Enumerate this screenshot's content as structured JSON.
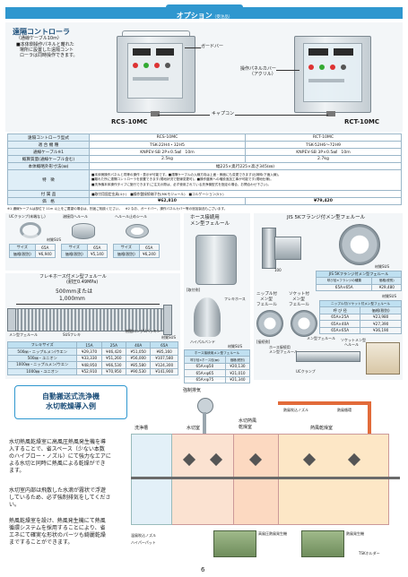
{
  "header": {
    "title": "オプション",
    "title_suffix": "（受注品）",
    "bg": "#2f97cf"
  },
  "remote": {
    "title": "遠隔コントローラ",
    "subtitle": "（通線ケーブル10m）",
    "desc": [
      "■本体側操作パネルと離れた",
      "場所に設置した遠隔コント",
      "ローラは同時操作できます。"
    ],
    "callouts": {
      "guard": "ガードバー",
      "cover1": "操作パネルカバー",
      "cover2": "（アクリル）",
      "caster": "キャプコン"
    },
    "models": [
      "RCS-10MC",
      "RCT-10MC"
    ]
  },
  "spec": {
    "rows": [
      [
        "遠隔コントローラ型式",
        "RCS-10MC",
        "RCT-10MC"
      ],
      [
        "適 合 機 種",
        "TSK-22H4・32H5",
        "TSK-52H6～72H9"
      ],
      [
        "通線ケーブル※1",
        "KNPEV-SB 2P×0.5㎟　10m",
        "KNPEV-SB 3P×0.5㎟　10m"
      ],
      [
        "概算質量(通線ケーブル含む)",
        "2.5kg",
        "2.7kg"
      ],
      [
        "本体概略外形寸法(㎜)",
        "幅225×奥行225×高さ345(㎜)",
        ""
      ]
    ],
    "features_label": "特　徴",
    "features": [
      "■本体側操作パネルと同等の操作・表示が可能です。■遠隔ケーブルの入線方向は上面・側面にも変更できます(出荷時:下面入線)。",
      "■離れた所に遠隔コントローラを設置できます(現地状況で配線変更可)。■操作盤側への増設追加工事が可能です(現地仕様)。",
      "■洗浄機本体操作タイプに施行できます(ご注文の際は、必ず使用されている洗浄機型式を指定の場合、お問合わせ下さい)。"
    ],
    "parts_label": "付 属 品",
    "parts": "■取付用固定金具(4ヶ)　■操作盤接続端子台(MKモジュール)　■コルゲーション(5ヶ)",
    "price_label": "価　格",
    "prices": [
      "¥62,810",
      "¥79,420"
    ],
    "note": "※1 通線ケーブルは部位で 11m 以上をご要望の場合は、別途ご相談ください。　※2 なお、ガードバー、操作パネルカバー等の追加製品もございます。"
  },
  "clamps": {
    "items": [
      {
        "label": "UCクランプ(末端なし)",
        "size": "65A",
        "price": "¥6,940"
      },
      {
        "label": "溶接用ヘルール",
        "size": "65A",
        "price": "¥5,140"
      },
      {
        "label": "ヘルール止めシール",
        "size": "65A",
        "price": "¥6,240"
      }
    ],
    "size_label": "サイズ",
    "price_label": "価格(税別)",
    "material": "材質SUS"
  },
  "hose": {
    "title1": "ホース接続用",
    "title2": "メン型フェルール"
  },
  "jis": {
    "title": "JIS 5Kフランジ付メン型フェルール",
    "dim": "100",
    "material": "材質SUS",
    "table_title": "JIS 5Kフランジ付メン型フェルール",
    "col1": "呼び径×フランジの種類",
    "col2": "価格(税別)",
    "rows": [
      [
        "65A×65A",
        "¥29,480"
      ]
    ]
  },
  "flex": {
    "title": "フレキホース付メン型フェルール",
    "sub": "(耐圧0.49MPa)",
    "len1": "500mmまたは",
    "len2": "1,000mm",
    "labels": [
      "メン型フェルール",
      "SUSフレキ",
      "樹脂ロングUパッキン"
    ],
    "material": "材質SUS",
    "header": [
      "フレキサイズ",
      "15A",
      "25A",
      "40A",
      "65A"
    ],
    "rows": [
      [
        "500㎜・ニップルメン/ウエン",
        "¥29,370",
        "¥46,420",
        "¥51,050",
        "¥85,160"
      ],
      [
        "500㎜・ユニオン",
        "¥33,330",
        "¥51,260",
        "¥56,000",
        "¥107,580"
      ],
      [
        "1000㎜・ニップルメン/ウエン",
        "¥48,950",
        "¥66,530",
        "¥85,580",
        "¥124,300"
      ],
      [
        "1000㎜・ユニオン",
        "¥52,910",
        "¥70,950",
        "¥90,530",
        "¥141,900"
      ]
    ]
  },
  "mounting": {
    "label": "[取付例]",
    "hose": "フレキホース",
    "band": "ハイパルバンド"
  },
  "hose_table": {
    "title": "ホース接続用メン型フェルール",
    "material": "材質SUS",
    "col1": "呼び径×ホース径(㎜)",
    "col2": "価格(税別)",
    "rows": [
      [
        "65A×φ50",
        "¥20,130"
      ],
      [
        "65A×φ65",
        "¥21,010"
      ],
      [
        "65A×φ75",
        "¥21,340"
      ]
    ]
  },
  "nipple": {
    "labels": [
      [
        "ニップル付",
        "メン型",
        "フェルール"
      ],
      [
        "ソケット付",
        "メン型",
        "フェルール"
      ]
    ],
    "material": "材質SUS",
    "table_title": "ニップル付/ソケット付メン型フェルール",
    "col1": "呼 び 径",
    "col2": "価格(税別)",
    "rows": [
      [
        "65A×25A",
        "¥23,980"
      ],
      [
        "65A×40A",
        "¥27,390"
      ],
      [
        "65A×65A",
        "¥36,190"
      ]
    ]
  },
  "connection": {
    "label": "[接続例]",
    "labels": [
      "ホース接続用",
      "メン型フェルール",
      "メン型フェルール",
      "ソケットメン型",
      "ヘルール",
      "UCクランプ",
      "ハイパルバンド"
    ]
  },
  "conveyor": {
    "title1": "自動搬送式洗浄機",
    "title2": "水切乾燥導入例",
    "paras": [
      [
        "水切熱風乾燥室に高風圧熱風発生機を導",
        "入することで、省スペース（少ない本数",
        "のハイブロー・ノズル）にて強力なエアに",
        "よる水切と同時に熱風による乾燥ができ",
        "ます。"
      ],
      [
        "水切室内部は飛散した水滴が霧状で浮遊",
        "しているため、必ず強制排気をしてくださ",
        "い。"
      ],
      [
        "熱風乾燥室を設け、熱風発生機にて熱風",
        "循環システムを採用することにより、省",
        "エネにて確実な形状のパーツも綺麗乾燥",
        "まですることができます。"
      ]
    ],
    "diagram": {
      "exhaust": "強制排気",
      "wash": "洗浄槽",
      "drain": "水切室",
      "drain_dry1": "水切熱風",
      "drain_dry2": "乾燥室",
      "hot_air": "熱風乾燥室",
      "label_in": "熱風吹込ノズル",
      "label_circ": "熱風循環",
      "heater1": "高風圧熱風発生機",
      "heater2": "熱風発生機",
      "note1": "温風吹込ノズル",
      "note2": "ハイパーパット",
      "note3": "TSKホルダー"
    }
  },
  "page_number": "6"
}
